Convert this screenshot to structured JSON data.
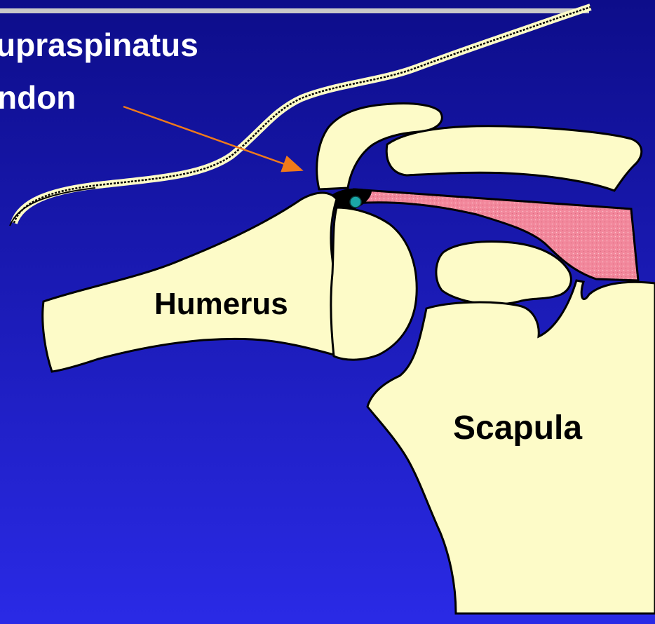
{
  "slide": {
    "background_top": "#0d0d8a",
    "background_bottom": "#2a2ae6",
    "title_rule_color": "#c9c9c9"
  },
  "labels": {
    "title_line1": "upraspinatus",
    "title_line2": "ndon",
    "humerus": "Humerus",
    "scapula": "Scapula"
  },
  "colors": {
    "bone_fill": "#fdfbc8",
    "outline": "#000000",
    "muscle_fill": "#f2889c",
    "tendon_dot": "#1ba7a8",
    "arrow": "#f07a1a",
    "title_text": "#ffffff"
  },
  "icons": {
    "arrow": "arrow-icon"
  }
}
